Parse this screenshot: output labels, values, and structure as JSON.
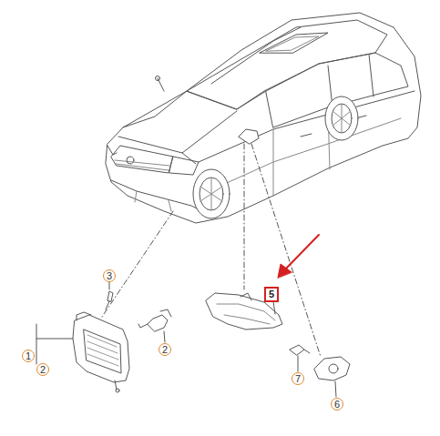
{
  "diagram": {
    "labels": [
      "3",
      "5",
      "2",
      "1",
      "2",
      "7",
      "6"
    ]
  }
}
